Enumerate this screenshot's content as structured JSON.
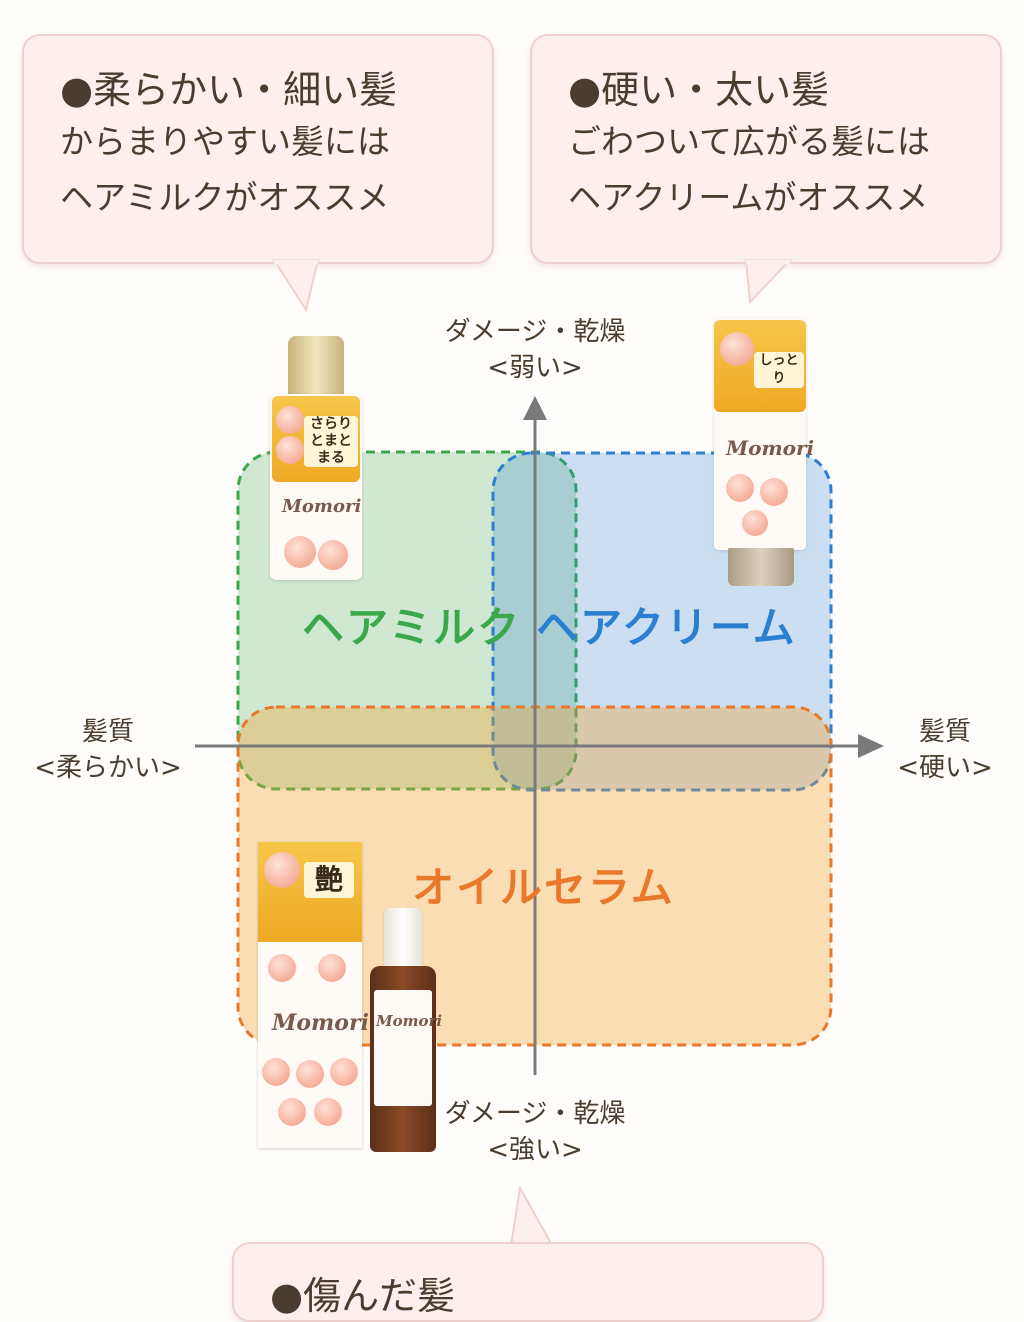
{
  "bubbles": {
    "left": {
      "heading": "●柔らかい・細い髪",
      "line1": "からまりやすい髪には",
      "line2": "ヘアミルクがオススメ"
    },
    "right": {
      "heading": "●硬い・太い髪",
      "line1": "ごわついて広がる髪には",
      "line2": "ヘアクリームがオススメ"
    },
    "bottom": {
      "heading": "●傷んだ髪"
    }
  },
  "axes": {
    "top": {
      "line1": "ダメージ・乾燥",
      "line2": "<弱い>"
    },
    "bottom": {
      "line1": "ダメージ・乾燥",
      "line2": "<強い>"
    },
    "left": {
      "line1": "髪質",
      "line2": "<柔らかい>"
    },
    "right": {
      "line1": "髪質",
      "line2": "<硬い>"
    }
  },
  "regions": {
    "milk": {
      "label": "ヘアミルク",
      "color": "#3aa84a"
    },
    "cream": {
      "label": "ヘアクリーム",
      "color": "#2a7fd0"
    },
    "oil": {
      "label": "オイルセラム",
      "color": "#e9782a"
    }
  },
  "products": {
    "milk": {
      "brand": "Momori",
      "badge": "さらりとまとまる"
    },
    "cream": {
      "brand": "Momori",
      "badge": "しっとり"
    },
    "oil_box": {
      "brand": "Momori",
      "badge": "艶"
    },
    "oil_bottle": {
      "brand": "Momori"
    }
  }
}
